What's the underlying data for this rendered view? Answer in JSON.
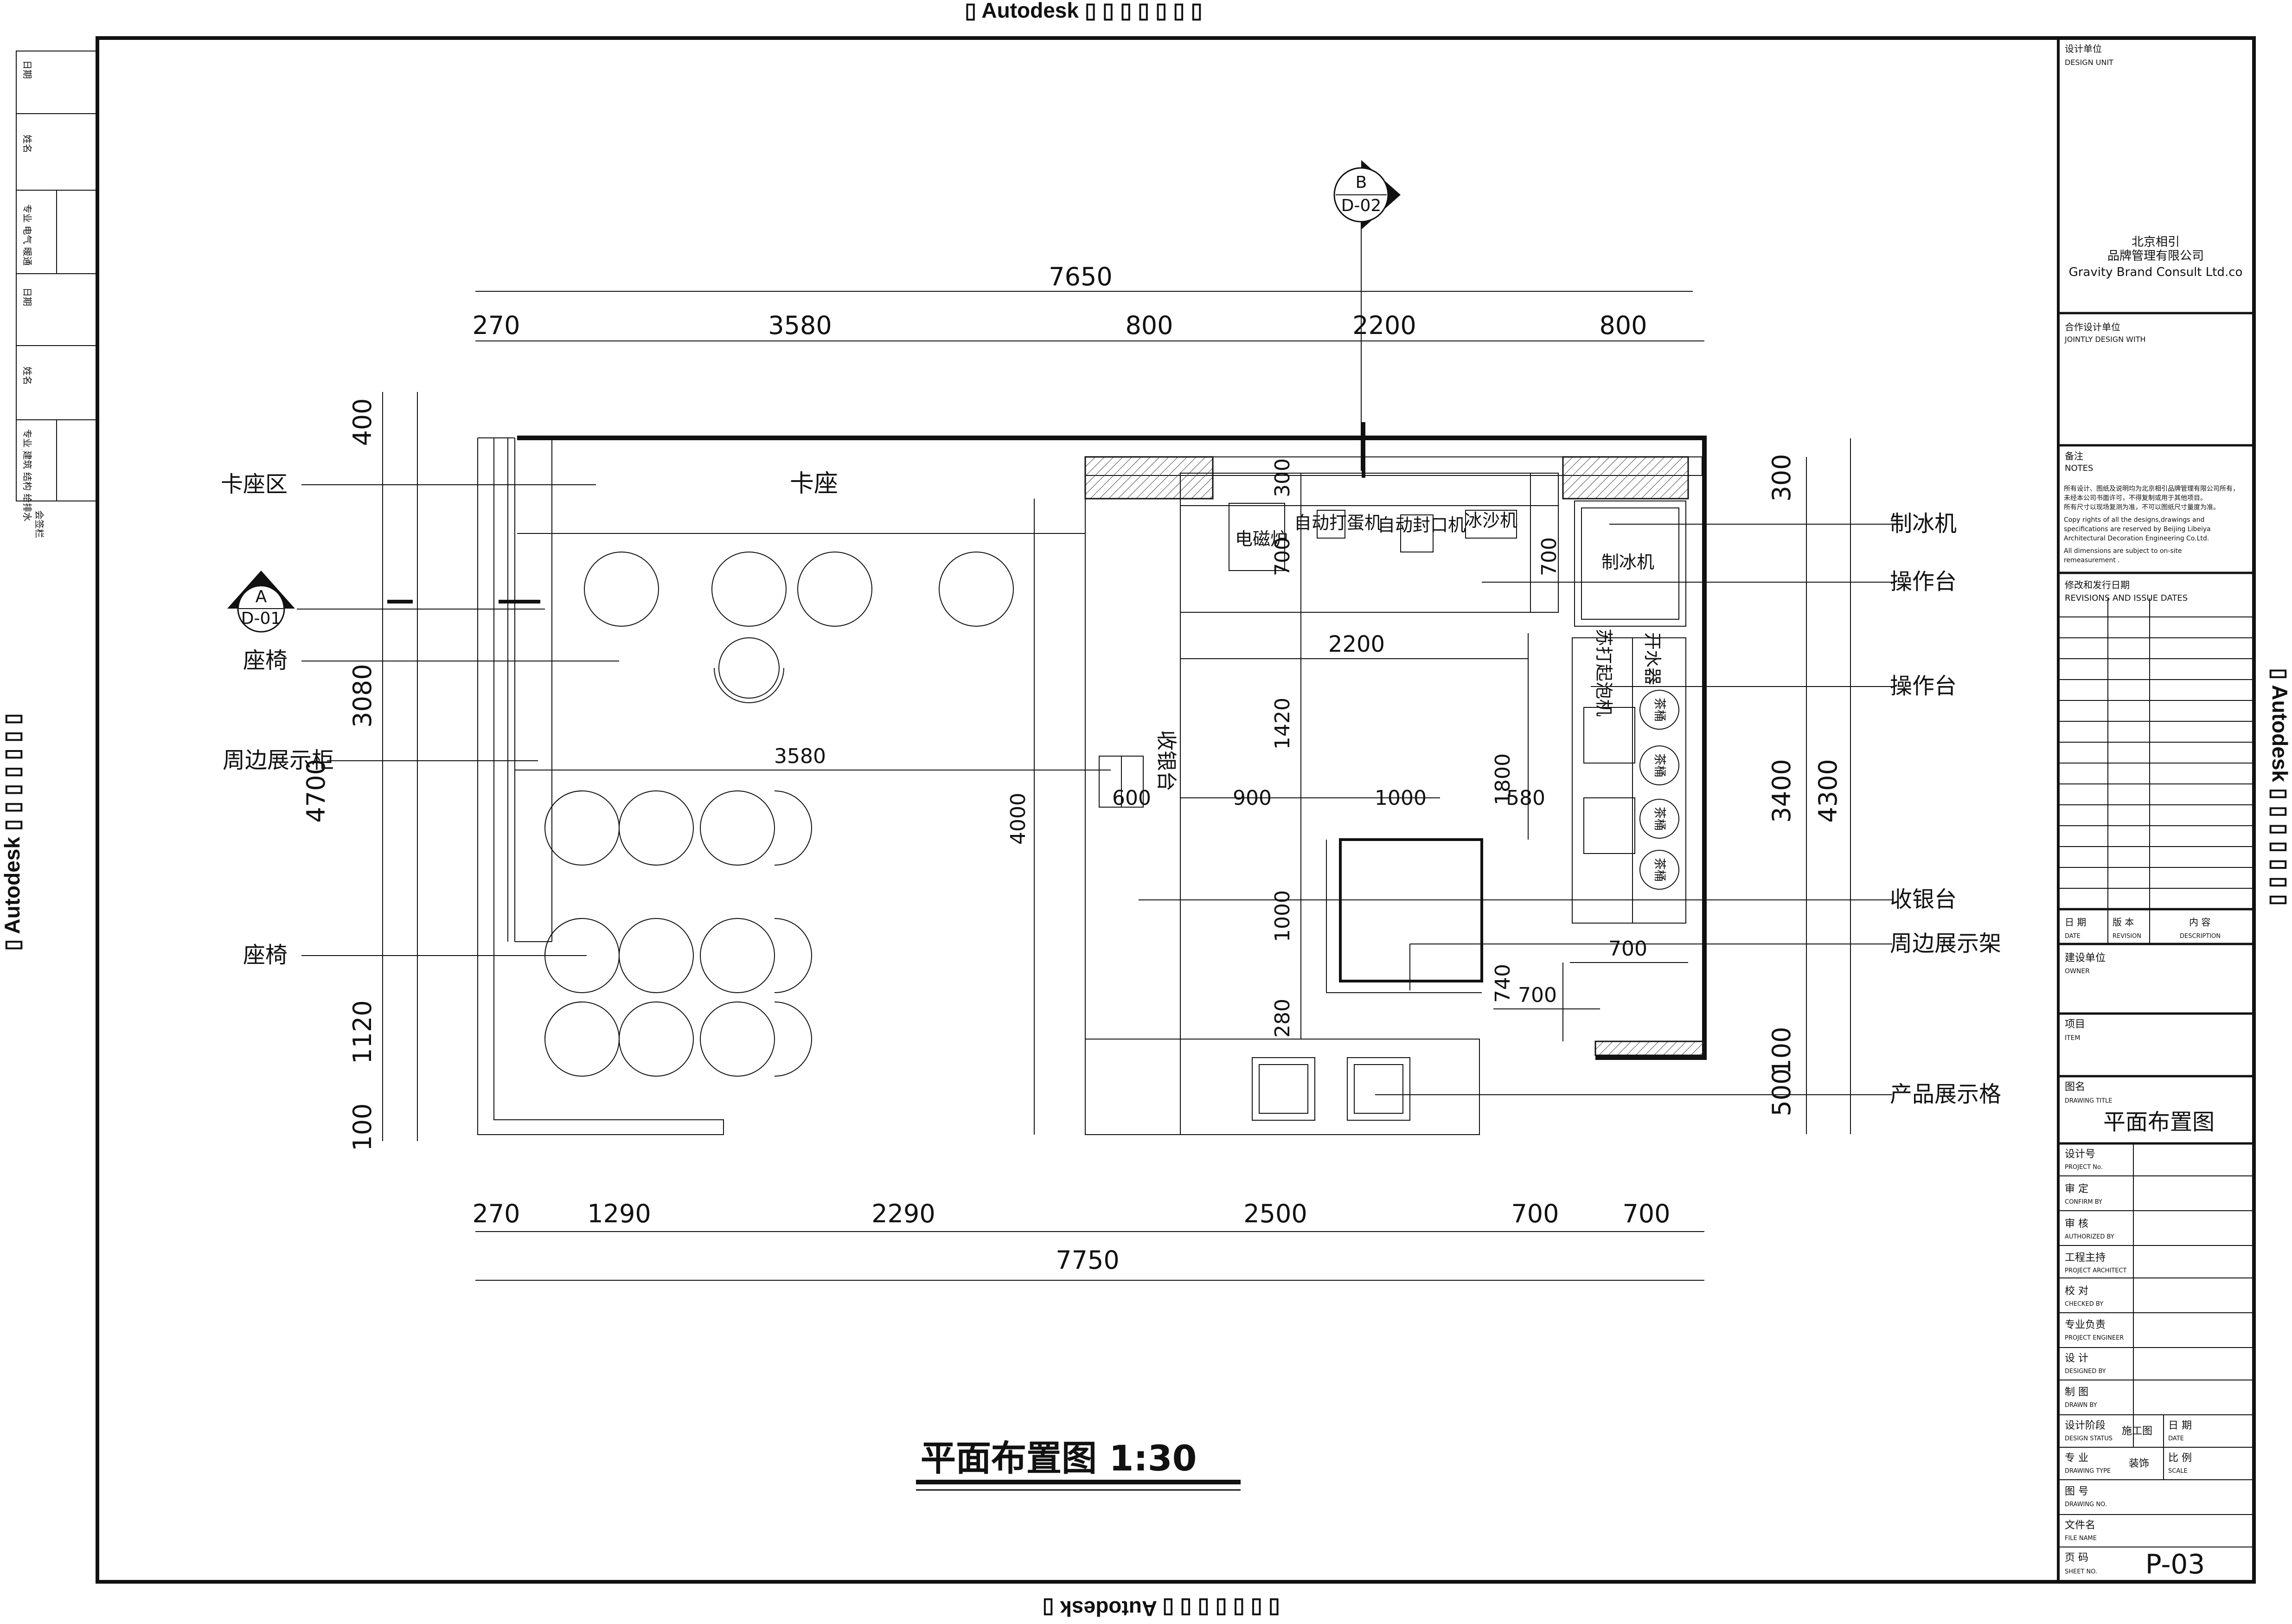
{
  "watermark": {
    "top": "▯ Autodesk ▯ ▯ ▯ ▯ ▯ ▯ ▯",
    "bottom": "▯ ▯ ▯ ▯ ▯ ▯ ▯ Autodesk ▯",
    "left": "▯ Autodesk ▯ ▯ ▯ ▯ ▯ ▯ ▯",
    "right": "▯ Autodesk ▯ ▯ ▯ ▯ ▯ ▯ ▯"
  },
  "sign_strip": {
    "header": "会签栏",
    "cells": [
      "日期",
      "姓名",
      "专业 电气 暖通",
      "日期",
      "姓名",
      "专业 建筑 结构 给排水"
    ]
  },
  "plan": {
    "drawing_title": "平面布置图 1:30",
    "section_marks": [
      {
        "letter": "A",
        "sheet": "D-01"
      },
      {
        "letter": "B",
        "sheet": "D-02"
      }
    ],
    "dims_top": [
      "7650",
      "270",
      "3580",
      "800",
      "2200",
      "800"
    ],
    "dims_bottom": [
      "270",
      "1290",
      "2290",
      "2500",
      "700",
      "700",
      "7750"
    ],
    "dims_left": [
      "4700",
      "400",
      "3080",
      "1120",
      "100"
    ],
    "dims_right": [
      "300",
      "3400",
      "4300",
      "500",
      "100"
    ],
    "dims_inner": [
      "300",
      "700",
      "700",
      "2200",
      "1420",
      "3580",
      "600",
      "900",
      "1000",
      "580",
      "1800",
      "4000",
      "1000",
      "740",
      "700",
      "280",
      "700"
    ],
    "room_labels": [
      "卡座",
      "电磁炉",
      "自动打蛋机",
      "自动封口机",
      "冰沙机",
      "制冰机",
      "苏打起泡机",
      "开水器",
      "收银台"
    ],
    "tea_labels": [
      "茶桶",
      "茶桶",
      "茶桶",
      "茶桶"
    ],
    "callouts_left": [
      "卡座区",
      "座椅",
      "周边展示柜",
      "座椅"
    ],
    "callouts_right": [
      "制冰机",
      "操作台",
      "操作台",
      "收银台",
      "周边展示架",
      "产品展示格"
    ]
  },
  "title_block": {
    "design_unit_cn": "设计单位",
    "design_unit_en": "DESIGN UNIT",
    "company_cn1": "北京相引",
    "company_cn2": "品牌管理有限公司",
    "company_en": "Gravity Brand Consult Ltd.co",
    "joint_cn": "合作设计单位",
    "joint_en": "JOINTLY DESIGN WITH",
    "notes_cn": "备注",
    "notes_en": "NOTES",
    "notes_text": [
      "所有设计、图纸及说明均为北京相引品牌管理有限公司所有，",
      "未经本公司书面许可，不得复制或用于其他项目。",
      "所有尺寸以现场复测为准，不可以图纸尺寸量度为准。",
      "Copy rights of all the designs,drawings and",
      "specifications are reserved by Beijing Libeiya",
      "Architectural Decoration Engineering Co.Ltd.",
      "All dimensions are subject to on-site",
      "remeasurement ."
    ],
    "revisions_cn": "修改和发行日期",
    "revisions_en": "REVISIONS AND ISSUE DATES",
    "rev_date": "日 期",
    "rev_date_en": "DATE",
    "rev_version": "版 本",
    "rev_version_en": "REVISION",
    "rev_desc": "内 容",
    "rev_desc_en": "DESCRIPTION",
    "owner_cn": "建设单位",
    "owner_en": "OWNER",
    "item_cn": "项目",
    "item_en": "ITEM",
    "title_cn": "图名",
    "title_en": "DRAWING TITLE",
    "drawing_title": "平面布置图",
    "rows": [
      {
        "cn": "设计号",
        "en": "PROJECT No."
      },
      {
        "cn": "审 定",
        "en": "CONFIRM BY"
      },
      {
        "cn": "审 核",
        "en": "AUTHORIZED BY"
      },
      {
        "cn": "工程主持",
        "en": "PROJECT ARCHITECT"
      },
      {
        "cn": "校 对",
        "en": "CHECKED BY"
      },
      {
        "cn": "专业负责",
        "en": "PROJECT ENGINEER"
      },
      {
        "cn": "设 计",
        "en": "DESIGNED BY"
      },
      {
        "cn": "制 图",
        "en": "DRAWN BY"
      }
    ],
    "status_cn": "设计阶段",
    "status_en": "DESIGN STATUS",
    "status_val": "施工图",
    "date_cn": "日 期",
    "date_en": "DATE",
    "type_cn": "专 业",
    "type_en": "DRAWING TYPE",
    "type_val": "装饰",
    "scale_cn": "比 例",
    "scale_en": "SCALE",
    "drawno_cn": "图 号",
    "drawno_en": "DRAWING NO.",
    "file_cn": "文件名",
    "file_en": "FILE NAME",
    "sheet_cn": "页 码",
    "sheet_en": "SHEET NO.",
    "sheet_no": "P-03"
  }
}
